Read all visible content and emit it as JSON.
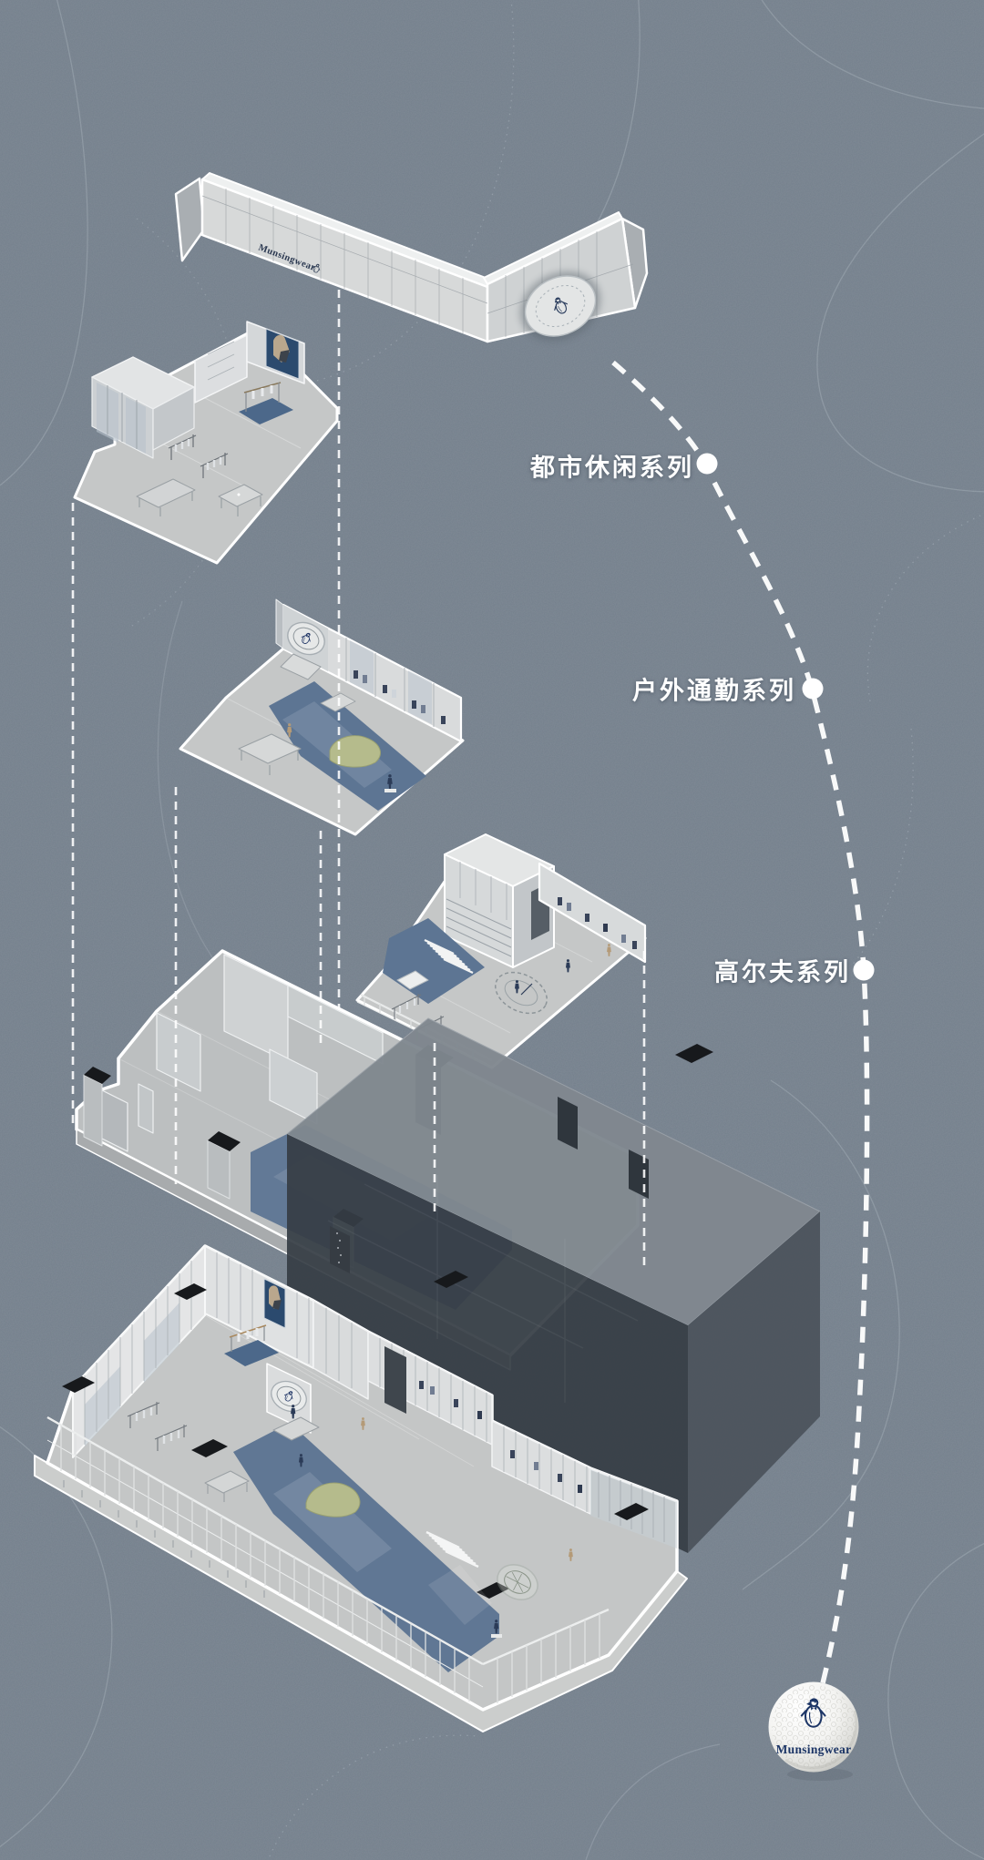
{
  "diagram": {
    "type": "exploded-axonometric-retail-store-diagram",
    "brand": "Munsingwear",
    "facade": {
      "sign_text": "Munsingwear"
    },
    "series_labels": [
      {
        "id": "urban-casual",
        "text": "都市休闲系列"
      },
      {
        "id": "outdoor-commute",
        "text": "户外通勤系列"
      },
      {
        "id": "golf",
        "text": "高尔夫系列"
      }
    ],
    "golf_ball": {
      "brand_text": "Munsingwear"
    },
    "colors": {
      "background": "#76818d",
      "contour_line": "#dfe7ef",
      "label_text": "#ffffff",
      "outline_white": "#ffffff",
      "brand_navy": "#1d3364",
      "floor_light": "#c5c7c7",
      "wall_light": "#dfe1e2",
      "runway_blue": "#5d7593",
      "rug_blue": "#4c688a",
      "poster_blue": "#2b4a6e",
      "turf_green": "#b5bb8c",
      "dark_mass": "#363d45",
      "black_cap": "#17191c"
    }
  }
}
